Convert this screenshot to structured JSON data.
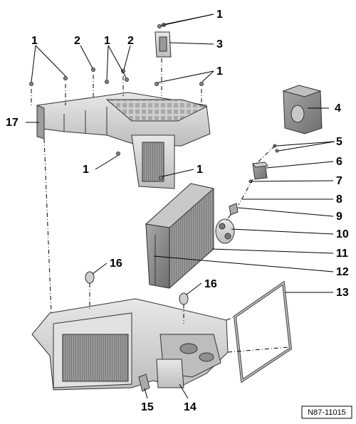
{
  "diagram": {
    "reference_code": "N87-11015",
    "callouts": {
      "c1a": "1",
      "c1b": "1",
      "c1c": "1",
      "c1d": "1",
      "c1e": "1",
      "c1f": "1",
      "c2a": "2",
      "c2b": "2",
      "c3": "3",
      "c4": "4",
      "c5": "5",
      "c6": "6",
      "c7": "7",
      "c8": "8",
      "c9": "9",
      "c10": "10",
      "c11": "11",
      "c12": "12",
      "c13": "13",
      "c14": "14",
      "c15": "15",
      "c16a": "16",
      "c16b": "16",
      "c17": "17"
    }
  },
  "colors": {
    "part_light": "#d9d9d9",
    "part_mid": "#b8b8b8",
    "part_dark": "#8c8c8c",
    "outline": "#333333"
  }
}
